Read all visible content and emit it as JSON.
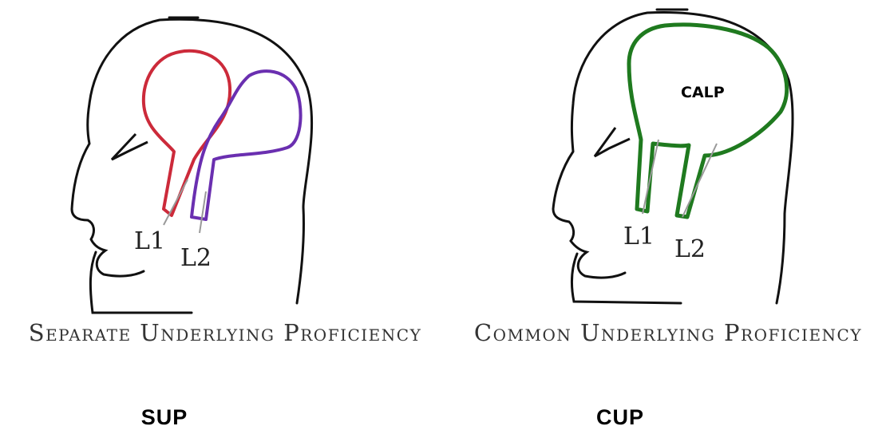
{
  "sup": {
    "caption": "Separate Underlying Proficiency",
    "abbr": "SUP",
    "label_l1": "L1",
    "label_l2": "L2",
    "colors": {
      "l1_bubble": "#cc2a3a",
      "l2_bubble": "#6a2fb0",
      "outline": "#111111"
    }
  },
  "cup": {
    "caption": "Common Underlying Proficiency",
    "abbr": "CUP",
    "calp": "CALP",
    "label_l1": "L1",
    "label_l2": "L2",
    "colors": {
      "calp_bubble": "#1f7a1f",
      "outline": "#111111"
    }
  }
}
